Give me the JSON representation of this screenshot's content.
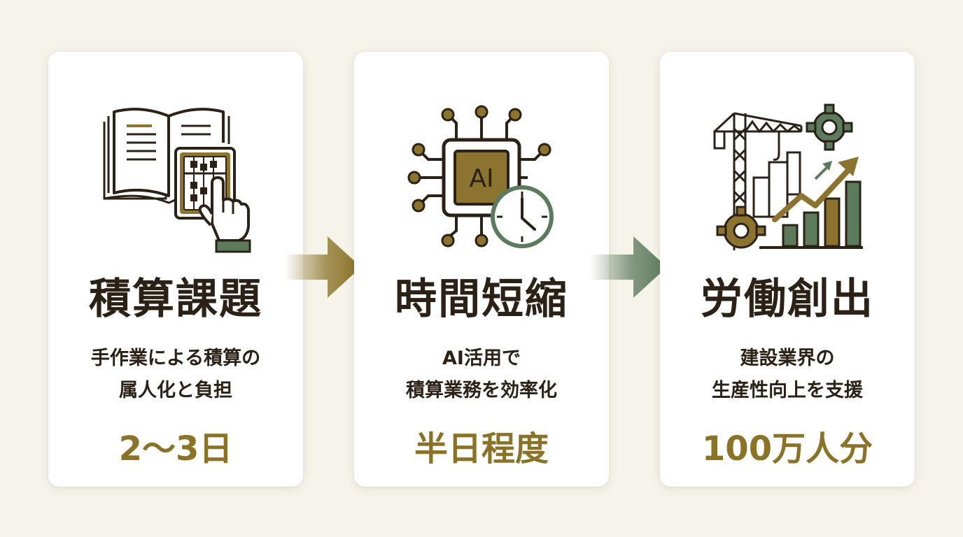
{
  "cards": [
    {
      "title": "積算課題",
      "desc_lines": [
        "手作業による積算の",
        "属人化と負担"
      ],
      "metric": "2〜3日",
      "icon": "book-calculator-icon"
    },
    {
      "title": "時間短縮",
      "desc_lines": [
        "AI活用で",
        "積算業務を効率化"
      ],
      "metric": "半日程度",
      "icon": "ai-chip-clock-icon",
      "chip_label": "AI"
    },
    {
      "title": "労働創出",
      "desc_lines": [
        "建設業界の",
        "生産性向上を支援"
      ],
      "metric": "100万人分",
      "icon": "crane-growth-chart-icon"
    }
  ],
  "colors": {
    "background": "#f6f3ea",
    "card": "#ffffff",
    "text_dark": "#2b2116",
    "accent_gold": "#8a7227",
    "accent_green": "#5c7a5c",
    "icon_gold_fill": "#8c7430"
  },
  "arrows": [
    {
      "color": "#8a7227",
      "icon": "arrow-right-icon"
    },
    {
      "color": "#5c7a5c",
      "icon": "arrow-right-icon"
    }
  ]
}
